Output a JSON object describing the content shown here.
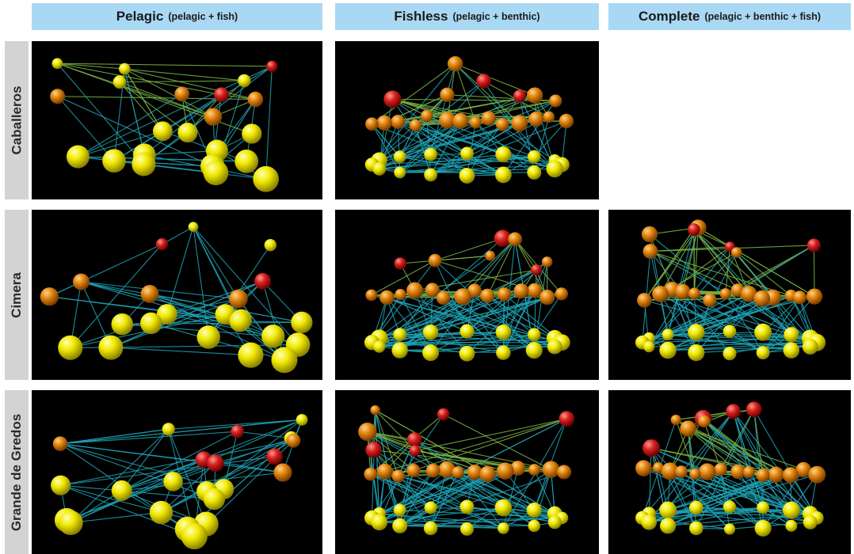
{
  "columns": [
    {
      "title": "Pelagic",
      "subtitle": "(pelagic + fish)"
    },
    {
      "title": "Fishless",
      "subtitle": "(pelagic + benthic)"
    },
    {
      "title": "Complete",
      "subtitle": "(pelagic + benthic + fish)"
    }
  ],
  "rows": [
    {
      "label": "Caballeros"
    },
    {
      "label": "Cimera"
    },
    {
      "label": "Grande de Gredos"
    }
  ],
  "colors": {
    "header_bg": "#a9d8f4",
    "row_label_bg": "#d3d3d3",
    "panel_bg": "#000000",
    "pelagic_link": "#7ab547",
    "benthic_link": "#1fa3b5",
    "node_top": "#cc2222",
    "node_mid": "#e07818",
    "node_base": "#e8e010"
  }
}
